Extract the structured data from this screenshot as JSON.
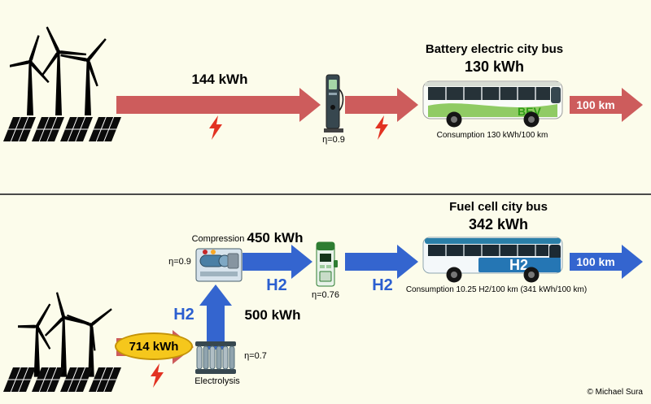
{
  "top": {
    "source_energy": "144 kWh",
    "charger_efficiency": "η=0.9",
    "bus_title": "Battery electric city bus",
    "bus_energy": "130 kWh",
    "bus_badge": "BEV",
    "bus_consumption": "Consumption 130 kWh/100 km",
    "distance": "100 km"
  },
  "bottom": {
    "bus_title": "Fuel cell city bus",
    "bus_energy": "342 kWh",
    "source_energy": "714 kWh",
    "electrolysis_label": "Electrolysis",
    "electrolysis_efficiency": "η=0.7",
    "h2_riser_label": "H2",
    "riser_energy": "500 kWh",
    "compression_label": "Compression",
    "compression_efficiency": "η=0.9",
    "compressed_energy": "450 kWh",
    "h2_mid_label": "H2",
    "dispenser_efficiency": "η=0.76",
    "h2_bus_arrow_label": "H2",
    "bus_badge": "H2",
    "bus_consumption": "Consumption 10.25 H2/100 km (341 kWh/100 km)",
    "distance": "100 km"
  },
  "credit": "© Michael Sura",
  "colors": {
    "background": "#fcfceb",
    "electric_arrow": "#cd5c5c",
    "hydrogen_arrow": "#3465cf",
    "highlight_ellipse": "#f5c71c",
    "lightning": "#e23222"
  }
}
